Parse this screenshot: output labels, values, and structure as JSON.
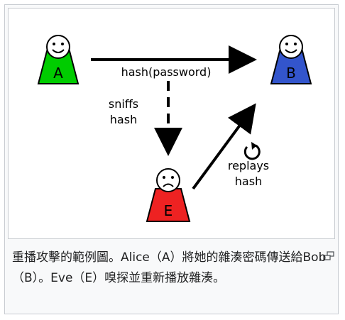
{
  "diagram": {
    "nodes": [
      {
        "id": "A",
        "label": "A",
        "color": "#00cc00"
      },
      {
        "id": "B",
        "label": "B",
        "color": "#3355cc"
      },
      {
        "id": "E",
        "label": "E",
        "color": "#ee2222"
      }
    ],
    "edges": [
      {
        "from": "A",
        "to": "B",
        "label": "hash(password)"
      },
      {
        "from": "A",
        "to": "E",
        "label_lines": [
          "sniffs",
          "hash"
        ],
        "style": "dashed"
      },
      {
        "from": "E",
        "to": "B",
        "label_lines": [
          "replays",
          "hash"
        ]
      }
    ],
    "icons": [
      "replay-icon"
    ]
  },
  "caption": {
    "text": "重播攻擊的範例圖。Alice（A）將她的雜湊密碼傳送給Bob（B）。Eve（E）嗅探並重新播放雜湊。"
  },
  "controls": {
    "enlarge_icon": "magnify-clip-icon"
  }
}
